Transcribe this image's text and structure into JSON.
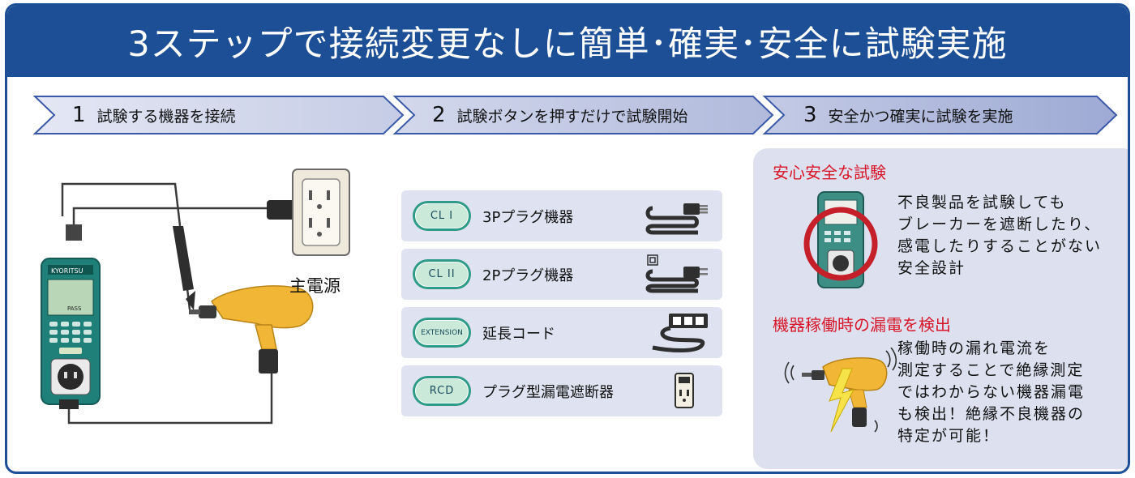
{
  "title": "3ステップで接続変更なしに簡単･確実･安全に試験実施",
  "steps": [
    {
      "num": "1",
      "label": "試験する機器を接続"
    },
    {
      "num": "2",
      "label": "試験ボタンを押すだけで試験開始"
    },
    {
      "num": "3",
      "label": "安全かつ確実に試験を実施"
    }
  ],
  "device": {
    "brand": "KYORITSU",
    "display_result": "PASS",
    "outlet_label": "主電源"
  },
  "categories": [
    {
      "badge": "CL I",
      "label": "3Pプラグ機器",
      "icon": "three-prong-plug-icon"
    },
    {
      "badge": "CL II",
      "label": "2Pプラグ機器",
      "icon": "two-prong-plug-icon"
    },
    {
      "badge": "EXTENSION",
      "label": "延長コード",
      "icon": "extension-cord-icon"
    },
    {
      "badge": "RCD",
      "label": "プラグ型漏電遮断器",
      "icon": "rcd-plug-icon"
    }
  ],
  "features": [
    {
      "heading": "安心安全な試験",
      "lines": [
        "不良製品を試験しても",
        "ブレーカーを遮断したり、",
        "感電したりすることがない",
        "安全設計"
      ]
    },
    {
      "heading": "機器稼働時の漏電を検出",
      "lines": [
        "稼働時の漏れ電流を",
        "測定することで絶縁測定",
        "ではわからない機器漏電",
        "も検出！絶縁不良機器の",
        "特定が可能！"
      ]
    }
  ],
  "colors": {
    "title_bg": "#1d4f96",
    "step_bg": "#c9cfe6",
    "step_border": "#3a5aa8",
    "accent_red": "#d8172a",
    "badge_green": "#2e9b86",
    "drill_yellow": "#f2b636"
  }
}
